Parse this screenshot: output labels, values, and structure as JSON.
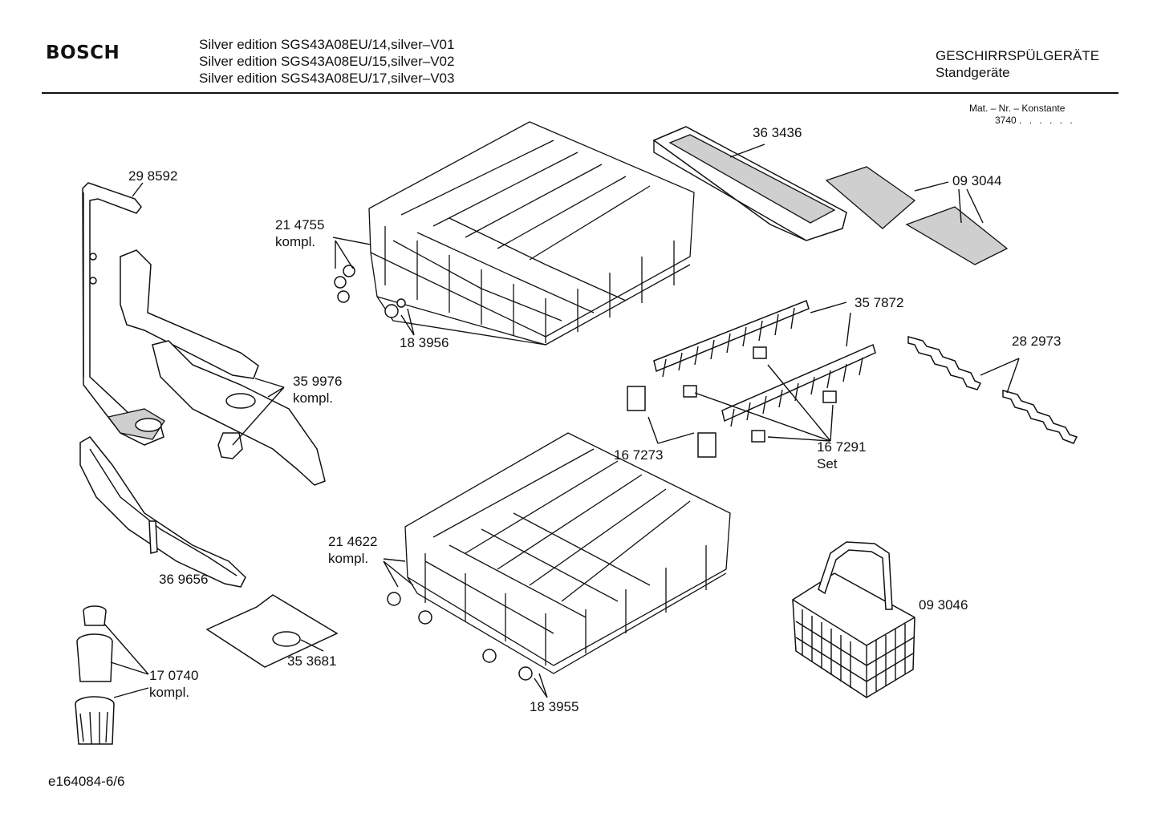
{
  "header": {
    "brand": "BOSCH",
    "models": [
      "Silver edition SGS43A08EU/14,silver–V01",
      "Silver edition SGS43A08EU/15,silver–V02",
      "Silver edition SGS43A08EU/17,silver–V03"
    ],
    "category": "GESCHIRRSPÜLGERÄTE",
    "subcategory": "Standgeräte",
    "mat_title": "Mat. – Nr. – Konstante",
    "mat_value": "3740",
    "mat_dots": ". . . . . ."
  },
  "parts": [
    {
      "number": "29 8592",
      "sub": ""
    },
    {
      "number": "21 4755",
      "sub": "kompl."
    },
    {
      "number": "18 3956",
      "sub": ""
    },
    {
      "number": "36 3436",
      "sub": ""
    },
    {
      "number": "09 3044",
      "sub": ""
    },
    {
      "number": "35 7872",
      "sub": ""
    },
    {
      "number": "28 2973",
      "sub": ""
    },
    {
      "number": "35 9976",
      "sub": "kompl."
    },
    {
      "number": "16 7273",
      "sub": ""
    },
    {
      "number": "16 7291",
      "sub": "Set"
    },
    {
      "number": "21 4622",
      "sub": "kompl."
    },
    {
      "number": "36 9656",
      "sub": ""
    },
    {
      "number": "35 3681",
      "sub": ""
    },
    {
      "number": "17 0740",
      "sub": "kompl."
    },
    {
      "number": "18 3955",
      "sub": ""
    },
    {
      "number": "09 3046",
      "sub": ""
    }
  ],
  "footer": {
    "drawing_id": "e164084-6/6"
  }
}
